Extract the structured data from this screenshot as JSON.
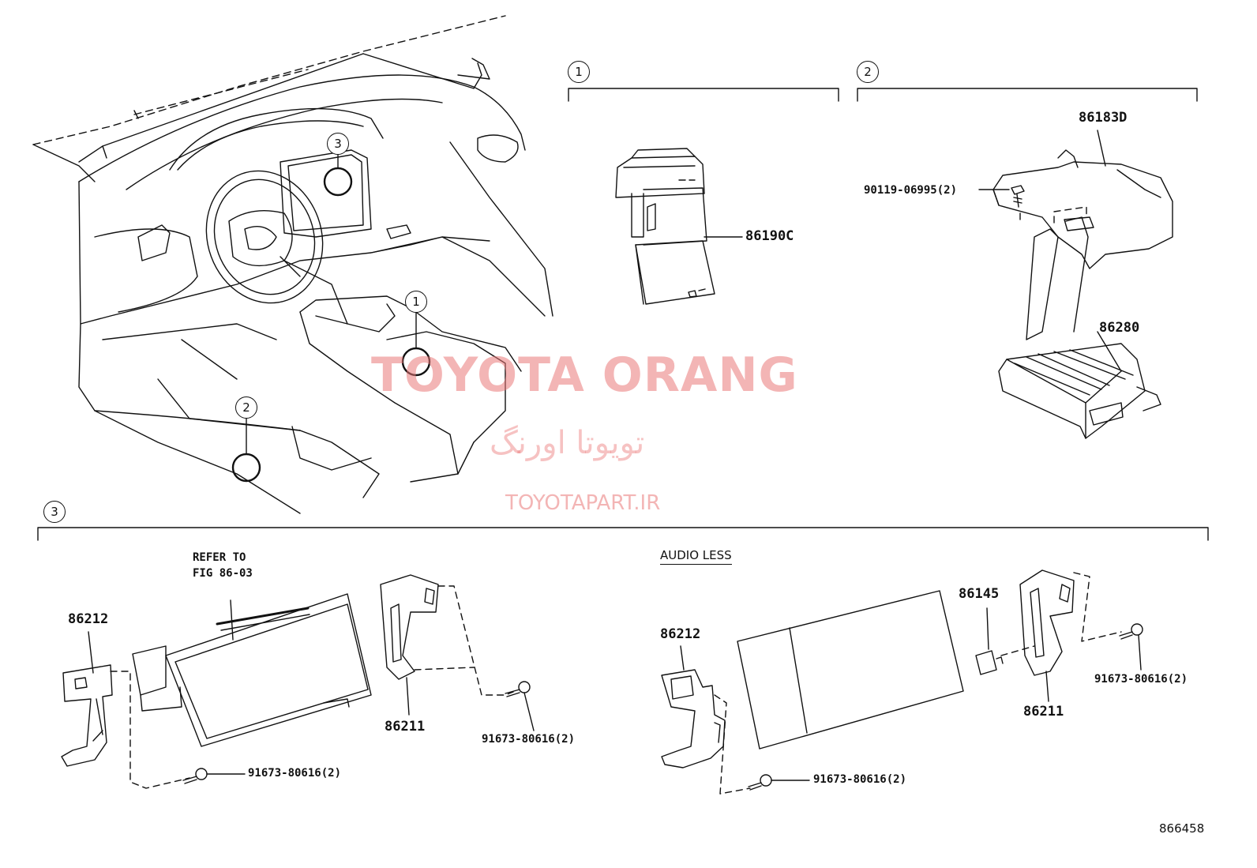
{
  "sections": [
    {
      "number": "1"
    },
    {
      "number": "2"
    },
    {
      "number": "3"
    }
  ],
  "overview_callouts": [
    "3",
    "1",
    "2"
  ],
  "parts": {
    "switch": "86190C",
    "cover": "86183D",
    "bolt_top": "90119-06995(2)",
    "amplifier": "86280",
    "bracket_left_a": "86212",
    "bracket_right_a": "86211",
    "screw_a_right": "91673-80616(2)",
    "screw_a_bottom": "91673-80616(2)",
    "bracket_left_b": "86212",
    "plug_b": "86145",
    "bracket_right_b": "86211",
    "screw_b_right": "91673-80616(2)",
    "screw_b_bottom": "91673-80616(2)"
  },
  "notes": {
    "refer_to": "REFER TO\nFIG 86-03",
    "audio_less": "AUDIO LESS"
  },
  "watermark": {
    "title": "TOYOTA ORANG",
    "persian": "تویوتا اورنگ",
    "url": "TOYOTAPART.IR"
  },
  "figure_id": "866458"
}
